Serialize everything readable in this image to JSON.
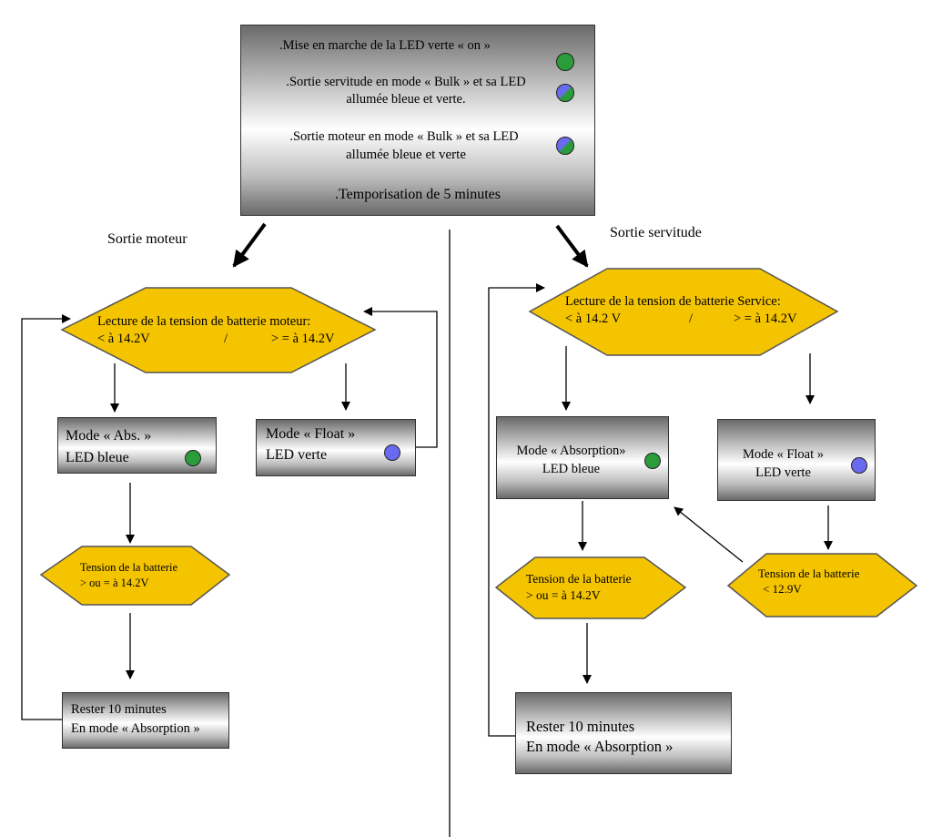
{
  "colors": {
    "hexagon_fill": "#f5c400",
    "led_green": "#2a9d3a",
    "led_blue": "#6a6af0"
  },
  "top_box": {
    "line1": ".Mise en marche  de la LED verte  « on »",
    "line2a": ".Sortie servitude en mode « Bulk » et sa LED",
    "line2b": "allumée bleue et verte.",
    "line3a": ".Sortie moteur en mode « Bulk » et sa LED",
    "line3b": "allumée bleue et verte",
    "line4": ".Temporisation de 5 minutes",
    "led1": "green",
    "led2": "blue-green",
    "led3": "blue-green"
  },
  "left": {
    "label": "Sortie moteur",
    "decision_line1": "Lecture de la tension de batterie moteur:",
    "decision_less": "< à 14.2V",
    "decision_sep": "/",
    "decision_more": "> = à 14.2V",
    "abs_line1": "Mode « Abs. »",
    "abs_line2": "LED bleue",
    "abs_led": "green",
    "float_line1": "Mode « Float »",
    "float_line2": "LED verte",
    "float_led": "blue",
    "check_line1": "Tension de la batterie",
    "check_line2": "> ou = à 14.2V",
    "rest_line1": "Rester 10 minutes",
    "rest_line2": "En mode « Absorption »"
  },
  "right": {
    "label": "Sortie servitude",
    "decision_line1": "Lecture de la tension de batterie Service:",
    "decision_less": "< à 14.2 V",
    "decision_sep": "/",
    "decision_more": "> = à 14.2V",
    "abs_line1": "Mode « Absorption»",
    "abs_line2": "LED bleue",
    "abs_led": "green",
    "float_line1": "Mode « Float »",
    "float_line2": "LED verte",
    "float_led": "blue",
    "check_line1": "Tension de la batterie",
    "check_line2": "> ou = à 14.2V",
    "low_line1": "Tension de la batterie",
    "low_line2": "< 12.9V",
    "rest_line1": "Rester 10 minutes",
    "rest_line2": "En mode « Absorption »"
  }
}
